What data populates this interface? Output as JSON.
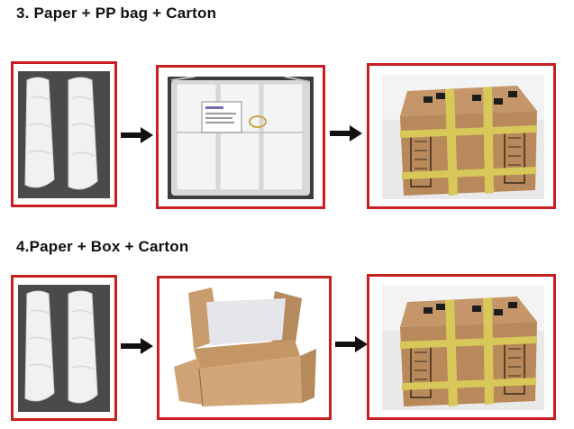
{
  "sections": [
    {
      "heading": "3. Paper + PP bag + Carton",
      "steps": [
        "paper-wrapped-items",
        "items-in-pp-bag",
        "taped-carton"
      ]
    },
    {
      "heading": "4.Paper + Box + Carton",
      "steps": [
        "paper-wrapped-items",
        "open-inner-box",
        "taped-carton"
      ]
    }
  ],
  "colors": {
    "frame_border": "#c81f24",
    "arrow": "#111111",
    "carton": "#b8895a",
    "tape": "#d8c85a"
  }
}
